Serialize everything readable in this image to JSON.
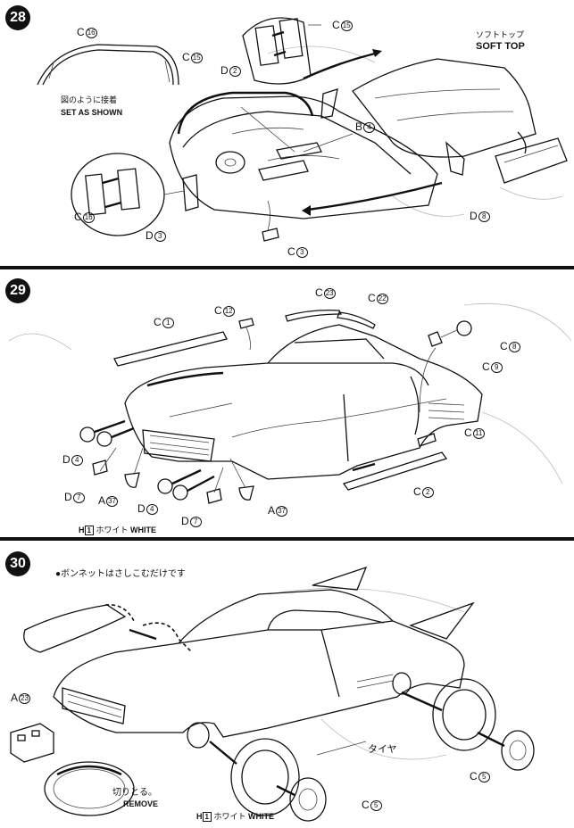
{
  "steps": [
    {
      "number": "28",
      "labels": {
        "c16_top": "C",
        "c16_top_sub": "16",
        "c15_top": "C",
        "c15_top_sub": "15",
        "c15_right": "C",
        "c15_right_sub": "15",
        "d2": "D",
        "d2_sub": "2",
        "b4": "B",
        "b4_sub": "4",
        "c16_left": "C",
        "c16_left_sub": "16",
        "d3": "D",
        "d3_sub": "3",
        "c3": "C",
        "c3_sub": "3",
        "d8": "D",
        "d8_sub": "8"
      },
      "note_jp": "図のように接着",
      "note_en": "SET AS SHOWN",
      "softtop_jp": "ソフトトップ",
      "softtop_en": "SOFT TOP"
    },
    {
      "number": "29",
      "labels": {
        "c1": "C",
        "c1_sub": "1",
        "c12": "C",
        "c12_sub": "12",
        "c23": "C",
        "c23_sub": "23",
        "c22": "C",
        "c22_sub": "22",
        "c8": "C",
        "c8_sub": "8",
        "c9": "C",
        "c9_sub": "9",
        "d4_left": "D",
        "d4_left_sub": "4",
        "c11": "C",
        "c11_sub": "11",
        "d7_left": "D",
        "d7_left_sub": "7",
        "a37_left": "A",
        "a37_left_sub": "37",
        "d4_mid": "D",
        "d4_mid_sub": "4",
        "d7_mid": "D",
        "d7_mid_sub": "7",
        "a37_right": "A",
        "a37_right_sub": "37",
        "c2": "C",
        "c2_sub": "2"
      },
      "paint_code": "H",
      "paint_num": "1",
      "paint_jp": "ホワイト",
      "paint_en": "WHITE"
    },
    {
      "number": "30",
      "note": "●ボンネットはさしこむだけです",
      "labels": {
        "a23": "A",
        "a23_sub": "23",
        "tire_jp": "タイヤ",
        "c5_right": "C",
        "c5_right_sub": "5",
        "c5_bottom": "C",
        "c5_bottom_sub": "5"
      },
      "remove_jp": "切りとる。",
      "remove_en": "REMOVE",
      "paint_code": "H",
      "paint_num": "1",
      "paint_jp": "ホワイト",
      "paint_en": "WHITE"
    }
  ]
}
